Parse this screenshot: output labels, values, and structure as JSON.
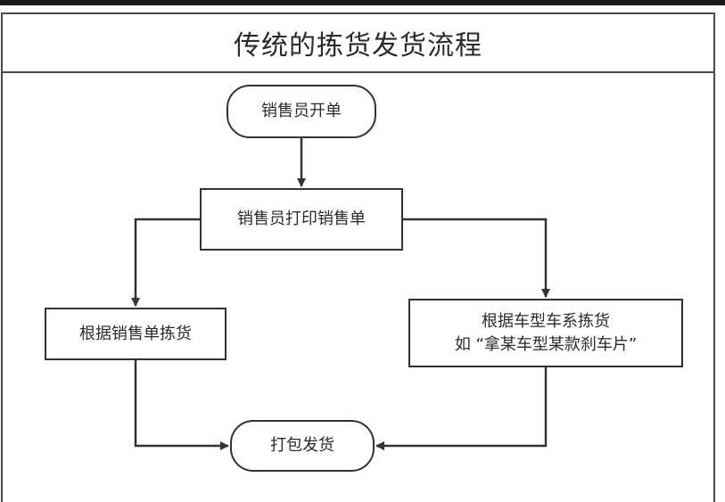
{
  "title": "传统的拣货发货流程",
  "nodes": {
    "start": "销售员开单",
    "print": "销售员打印销售单",
    "pick_by_order": "根据销售单拣货",
    "pick_by_model_line1": "根据车型车系拣货",
    "pick_by_model_line2": "如 “拿某车型某款刹车片”",
    "ship": "打包发货"
  }
}
